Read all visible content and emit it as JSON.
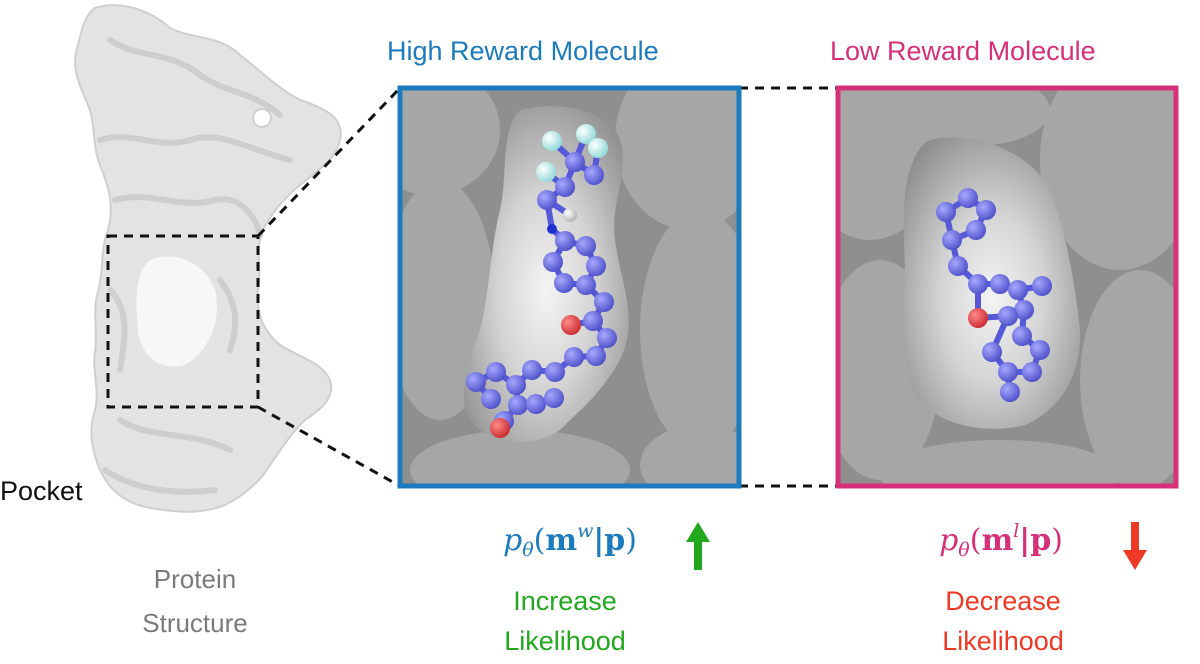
{
  "protein": {
    "pocket_label": "Pocket",
    "title_line1": "Protein",
    "title_line2": "Structure"
  },
  "high_panel": {
    "title": "High Reward Molecule",
    "formula": {
      "p": "p",
      "sub": "θ",
      "open": "(",
      "m": "m",
      "sup": "w",
      "bar_p": "|p",
      "close": ")"
    },
    "effect_line1": "Increase",
    "effect_line2": "Likelihood",
    "arrow_direction": "up"
  },
  "low_panel": {
    "title": "Low Reward Molecule",
    "formula": {
      "p": "p",
      "sub": "θ",
      "open": "(",
      "m": "m",
      "sup": "l",
      "bar_p": "|p",
      "close": ")"
    },
    "effect_line1": "Decrease",
    "effect_line2": "Likelihood",
    "arrow_direction": "down"
  },
  "colors": {
    "high_accent": "#1c7bbd",
    "low_accent": "#d6307a",
    "increase": "#22a81e",
    "decrease": "#ee3a24",
    "atom_carbon": "#6f72e8",
    "atom_oxygen": "#e8474a",
    "atom_fluorine": "#b6f0f0",
    "atom_hydrogen": "#dcdcdc",
    "atom_nitrogen": "#2030d0",
    "protein_surface": "#e2e2e2",
    "pocket_surface": "#9e9e9e"
  }
}
